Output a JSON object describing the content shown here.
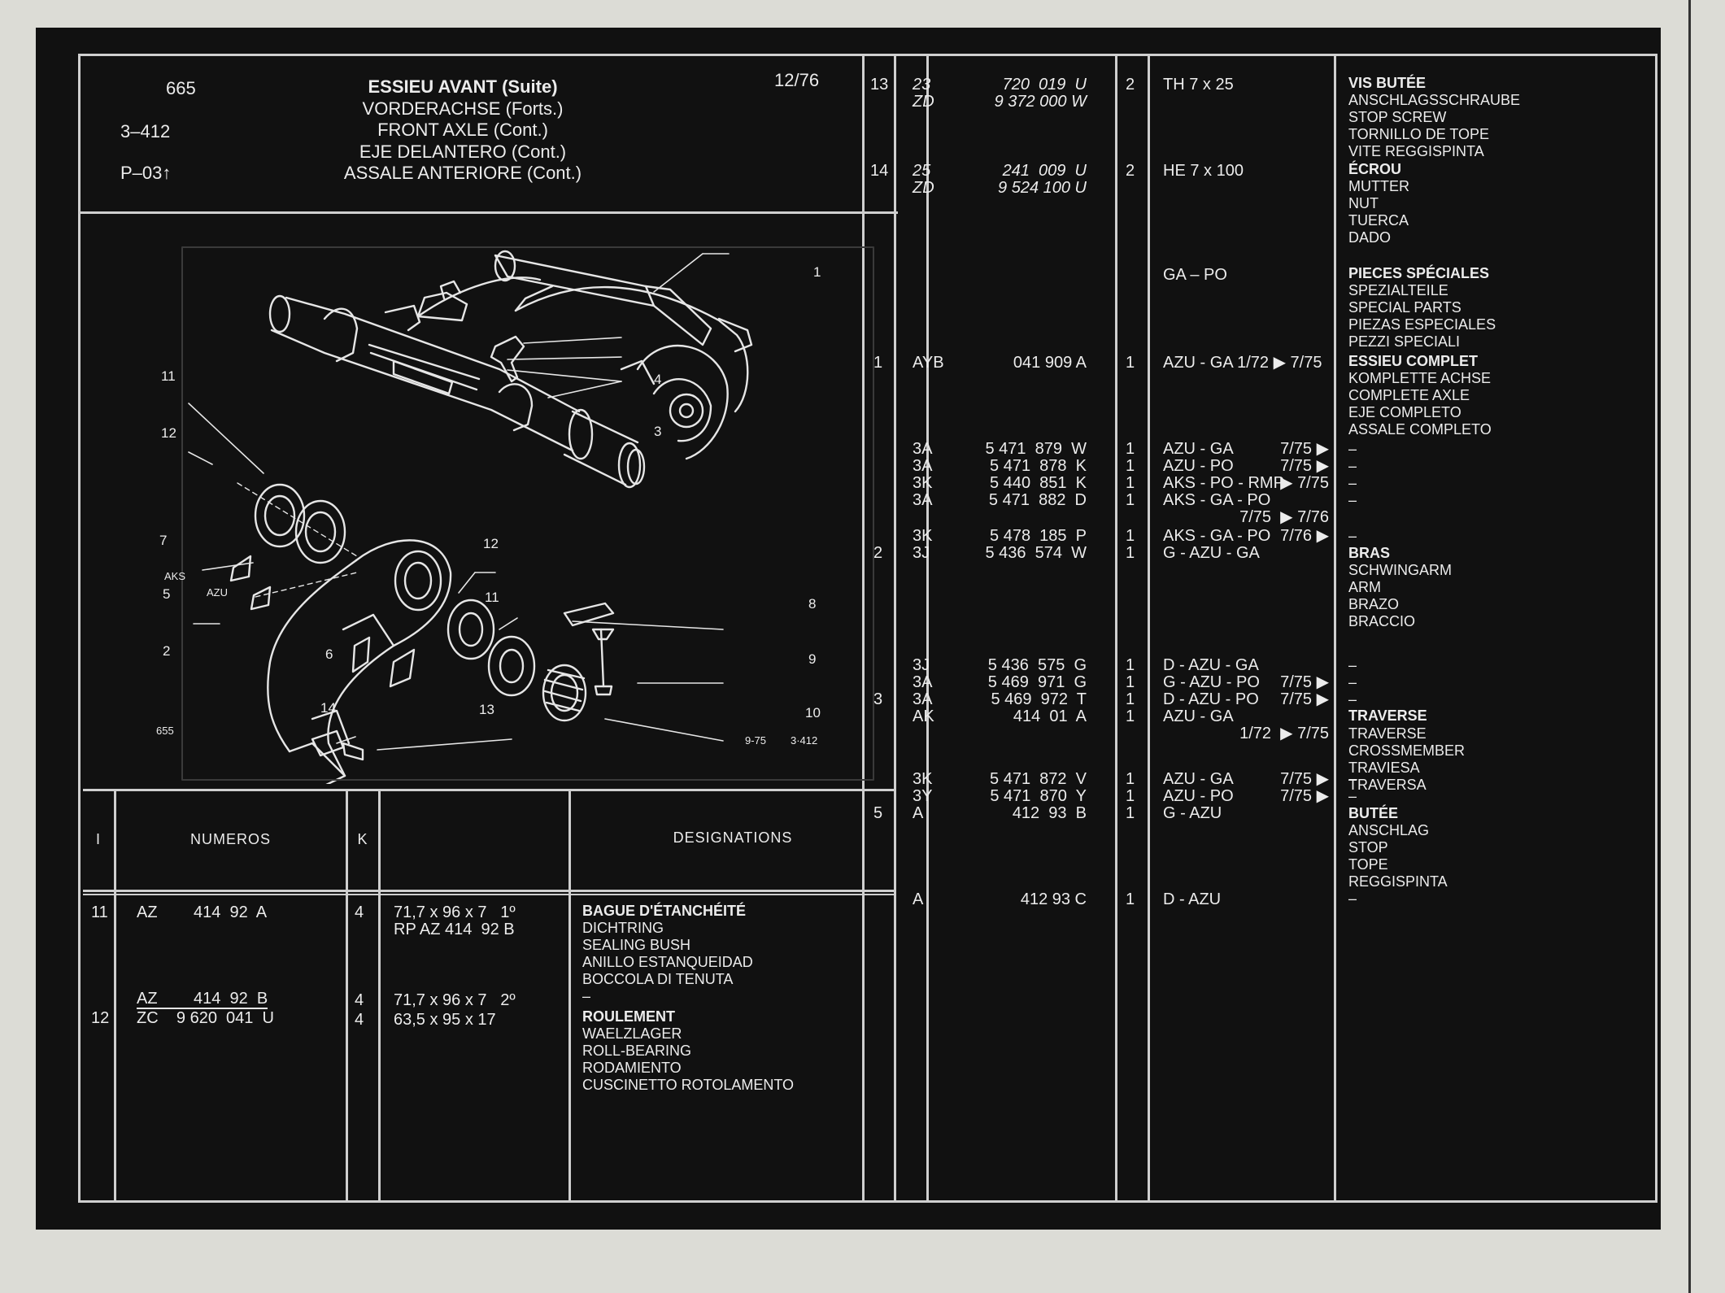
{
  "header": {
    "page_number": "665",
    "plate": "3–412",
    "sheet": "P–03",
    "date": "12/76",
    "title_lines": [
      "ESSIEU AVANT (Suite)",
      "VORDERACHSE (Forts.)",
      "FRONT AXLE (Cont.)",
      "EJE DELANTERO (Cont.)",
      "ASSALE ANTERIORE (Cont.)"
    ]
  },
  "diagram": {
    "callouts": [
      "1",
      "2",
      "3",
      "4",
      "5",
      "6",
      "7",
      "8",
      "9",
      "10",
      "11",
      "12",
      "11",
      "12",
      "13",
      "14"
    ],
    "variant_labels": [
      "AKS",
      "AZU"
    ],
    "footer_left": "655",
    "footer_date": "9-75",
    "footer_ref": "3·412"
  },
  "table_header": {
    "col_i": "I",
    "col_numeros": "NUMEROS",
    "col_k": "K",
    "col_designations": "DESIGNATIONS"
  },
  "left_table": {
    "rows": [
      {
        "i": "11",
        "numeros": "AZ        414  92  A",
        "k": "4",
        "spec": "71,7 x 96 x 7   1º\nRP AZ 414  92 B",
        "title": "BAGUE D'ÉTANCHÉITÉ",
        "translations": "DICHTRING\nSEALING BUSH\nANILLO ESTANQUEIDAD\nBOCCOLA DI TENUTA\n–"
      },
      {
        "i": "12",
        "numeros_a": "AZ        414  92  B",
        "numeros_b": "ZC    9 620  041  U",
        "k": "4\n4",
        "spec": "71,7 x 96 x 7   2º\n63,5 x 95 x 17",
        "title": "ROULEMENT",
        "translations": "WAELZLAGER\nROLL-BEARING\nRODAMIENTO\nCUSCINETTO ROTOLAMENTO"
      }
    ]
  },
  "right_table": {
    "rows": [
      {
        "i": "13",
        "code": "23\nZD",
        "num": "720  019  U\n9 372 000 W",
        "k": "2",
        "model": "TH 7 x 25",
        "title": "VIS BUTÉE",
        "translations": "ANSCHLAGSSCHRAUBE\nSTOP SCREW\nTORNILLO DE TOPE\nVITE REGGISPINTA"
      },
      {
        "i": "14",
        "code": "25\nZD",
        "num": "241  009  U\n9 524 100 U",
        "k": "2",
        "model": "HE 7 x 100",
        "title": "ÉCROU",
        "translations": "MUTTER\nNUT\nTUERCA\nDADO"
      },
      {
        "model": "GA – PO",
        "title": "PIECES SPÉCIALES",
        "translations": "SPEZIALTEILE\nSPECIAL PARTS\nPIEZAS ESPECIALES\nPEZZI SPECIALI"
      },
      {
        "i": "1",
        "code": "AYB",
        "num": "041  909  A",
        "k": "1",
        "model": "AZU - GA 1/72  ▶ 7/75",
        "title": "ESSIEU COMPLET",
        "translations": "KOMPLETTE ACHSE\nCOMPLETE AXLE\nEJE COMPLETO\nASSALE COMPLETO"
      },
      {
        "code": "3A\n3A\n3K\n3A",
        "num": "5 471  879  W\n5 471  878  K\n5 440  851  K\n5 471  882  D",
        "k": "1\n1\n1\n1",
        "model": "AZU - GA\nAZU - PO\nAKS - PO - RMP\nAKS - GA - PO",
        "dates": "7/75 ▶\n7/75 ▶\n▶ 7/75\n\n7/75  ▶ 7/76",
        "translations": "–\n–\n–\n–"
      },
      {
        "i": "2",
        "code": "3K\n3J",
        "num": "5 478  185  P\n5 436  574  W",
        "k": "1\n1",
        "model": "AKS - GA - PO\nG - AZU - GA",
        "dates": "7/76 ▶",
        "title": "BRAS",
        "translations": "–\n\nSCHWINGARM\nARM\nBRAZO\nBRACCIO"
      },
      {
        "i": "3",
        "code": "3J\n3A\n3A\nAK",
        "num": "5 436  575  G\n5 469  971  G\n5 469  972  T\n414  01  A",
        "k": "1\n1\n1\n1",
        "model": "D - AZU - GA\nG - AZU - PO\nD - AZU - PO\nAZU - GA",
        "dates": "\n7/75 ▶\n7/75 ▶\n\n1/72  ▶ 7/75",
        "title": "TRAVERSE",
        "translations": "–\n–\n–\n\nTRAVERSE\nCROSSMEMBER\nTRAVIESA\nTRAVERSA"
      },
      {
        "i": "5",
        "code": "3K\n3Y\nA",
        "num": "5 471  872  V\n5 471  870  Y\n412  93  B",
        "k": "1\n1\n1",
        "model": "AZU - GA\nAZU - PO\nG - AZU",
        "dates": "7/75 ▶\n7/75 ▶",
        "title": "BUTÉE",
        "translations": "–\n–\n\nANSCHLAG\nSTOP\nTOPE\nREGGISPINTA\n–"
      },
      {
        "code": "A",
        "num": "412  93  C",
        "k": "1",
        "model": "D - AZU"
      }
    ]
  },
  "colors": {
    "card": "#111111",
    "ink": "#ececec",
    "rules": "#cfcfcf",
    "background": "#dcdcd6"
  }
}
